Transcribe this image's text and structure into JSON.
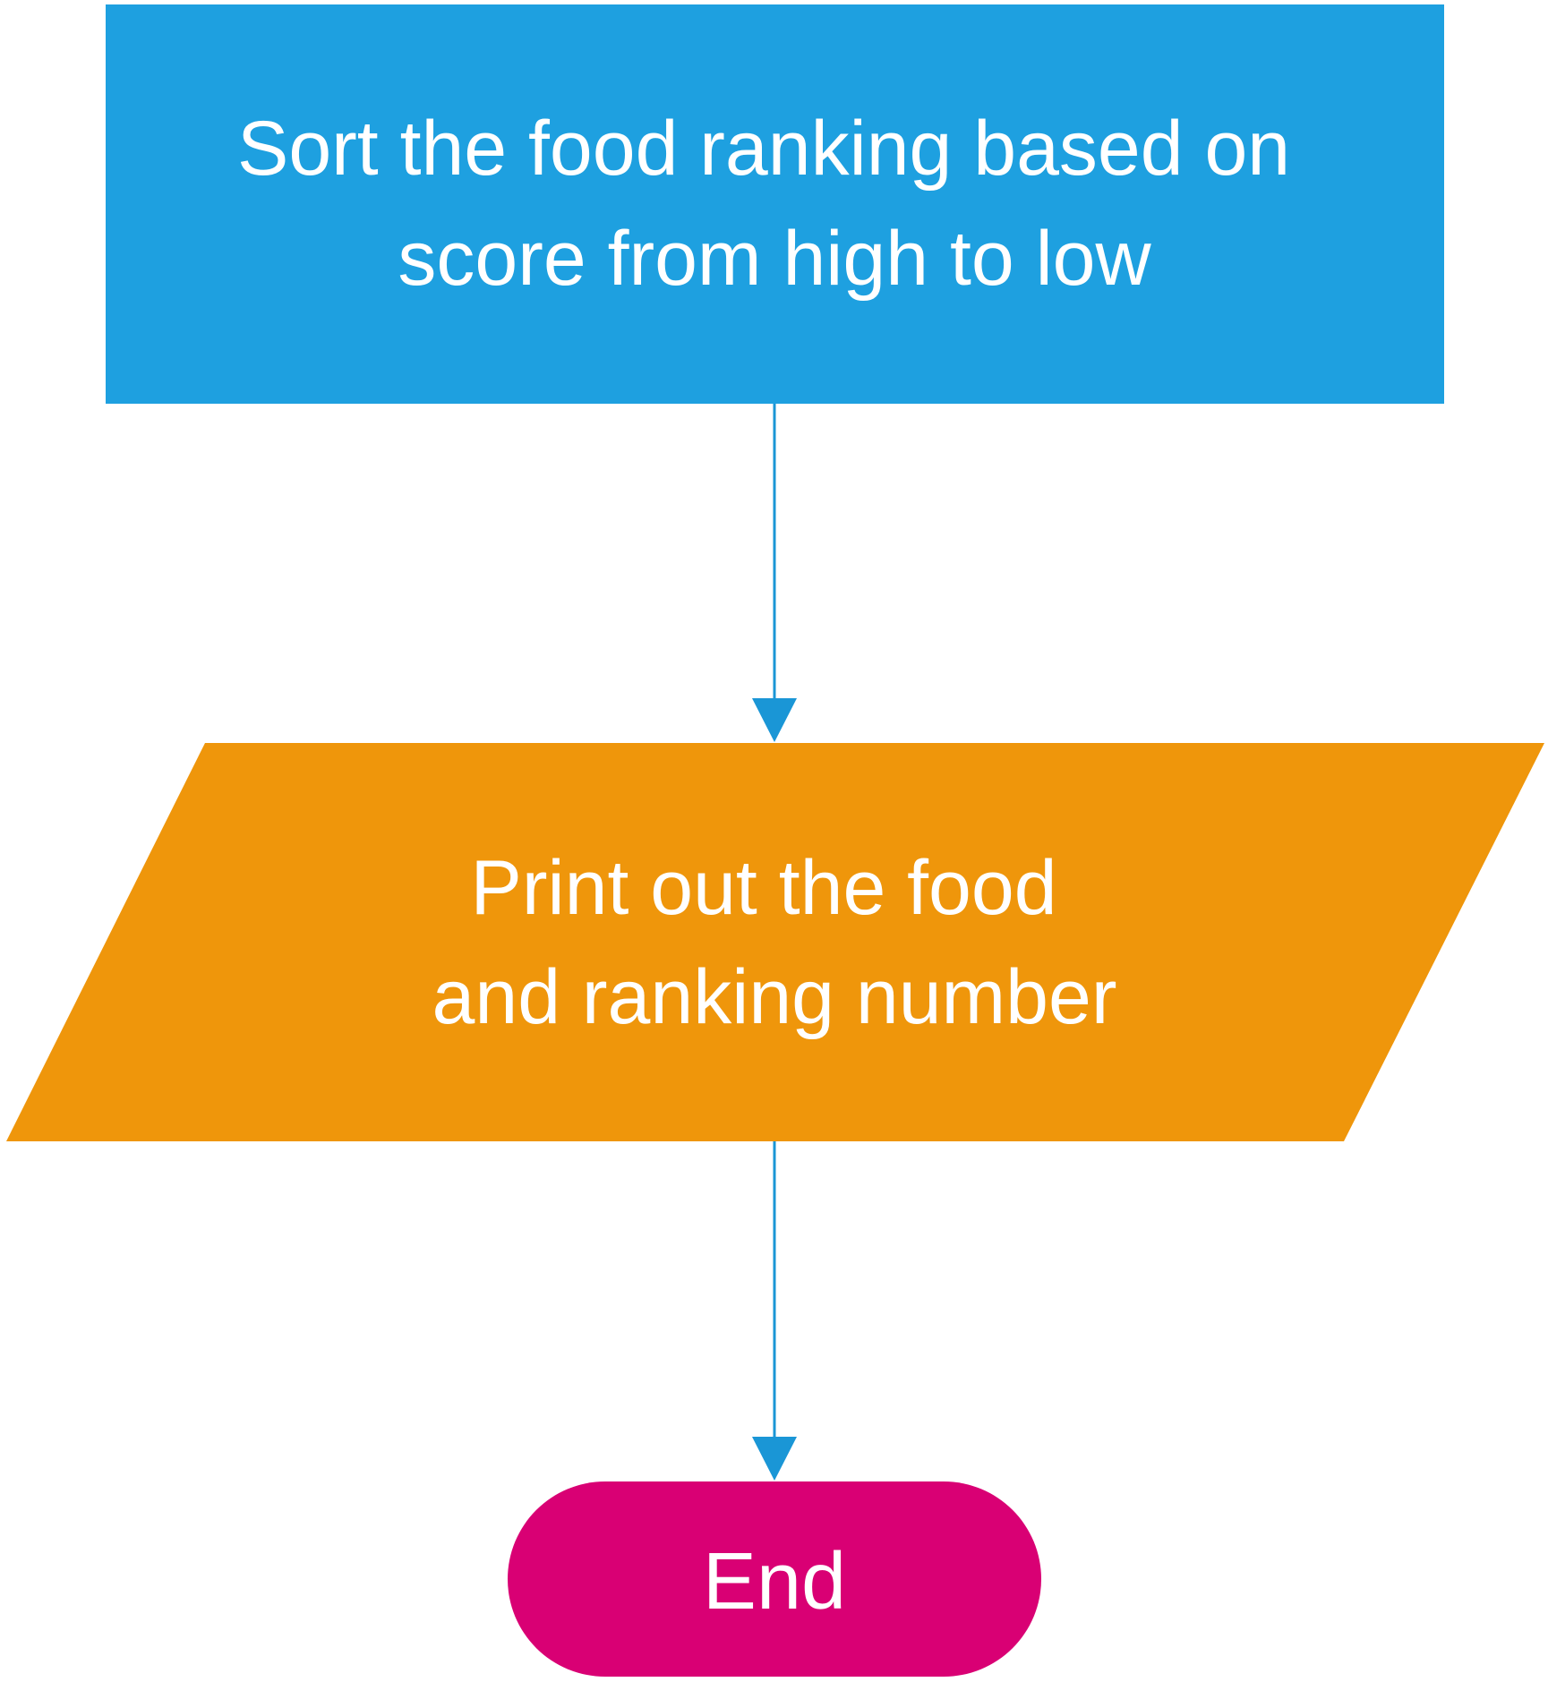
{
  "nodes": {
    "process": {
      "kind": "process",
      "lines": [
        "Sort the food ranking based on",
        "score from high to low"
      ],
      "color": "#1EA0E0"
    },
    "output": {
      "kind": "input-output",
      "lines": [
        "Print out the food",
        "and ranking number"
      ],
      "color": "#EF960B"
    },
    "terminal": {
      "kind": "terminator",
      "label": "End",
      "color": "#D90074"
    }
  },
  "connectors": {
    "color": "#1A96D6"
  }
}
